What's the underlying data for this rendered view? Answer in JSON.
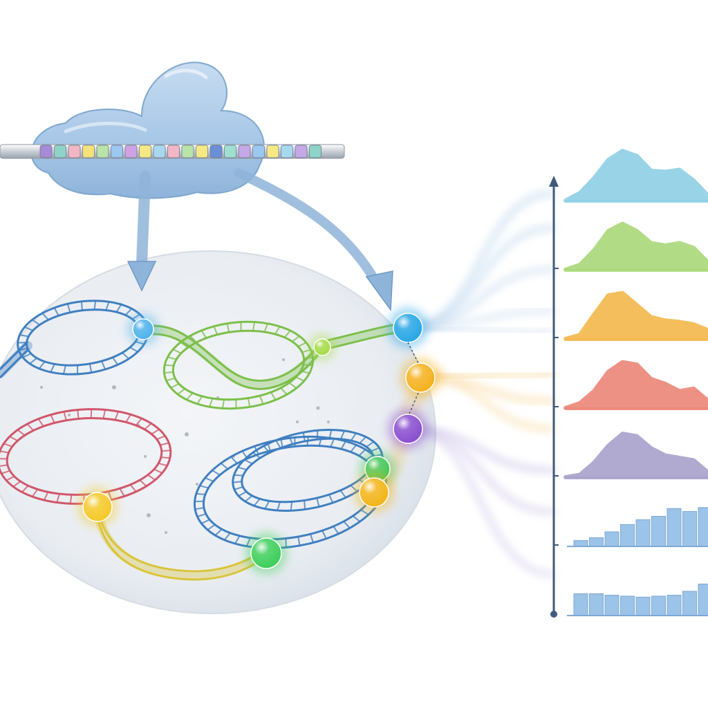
{
  "colors": {
    "background": "#ffffff",
    "cloud": "#a9c9e8",
    "cloud_edge": "#7fa7cf",
    "arrow": "#8fb4d9",
    "cell": "#e6ebf1",
    "axis": "#3f5a7a"
  },
  "bead_colors": [
    "#a78bd6",
    "#8fd3c8",
    "#f2b6c4",
    "#f6e27a",
    "#b9e3a8",
    "#9cc7f0",
    "#cfa2e6",
    "#f7e884",
    "#a8d8f0",
    "#f2b6c4",
    "#b9e3a8",
    "#f7e884",
    "#6b8fd6",
    "#9fe0d0",
    "#c5a8e6",
    "#9cc7f0",
    "#f7e884",
    "#a8d8f0",
    "#c5a8e6",
    "#8fd3c8"
  ],
  "chromatin_loops": [
    {
      "name": "blue-loop-upper-left",
      "color": "#3f7fc0"
    },
    {
      "name": "green-loop-upper",
      "color": "#7cbf4a"
    },
    {
      "name": "red-loop-left",
      "color": "#d0566a"
    },
    {
      "name": "blue-loop-lower-right",
      "color": "#3f7fc0"
    },
    {
      "name": "yellow-fiber-bottom",
      "color": "#d9c43a"
    }
  ],
  "nodes": [
    {
      "name": "node-blue-small",
      "color": "#4fb3ea"
    },
    {
      "name": "node-lime",
      "color": "#a6dc4a"
    },
    {
      "name": "node-cyan-large",
      "color": "#2aa7e6"
    },
    {
      "name": "node-orange",
      "color": "#f5b21f"
    },
    {
      "name": "node-purple",
      "color": "#8a4fd0"
    },
    {
      "name": "node-green-mid",
      "color": "#46c75a"
    },
    {
      "name": "node-gold",
      "color": "#f2b51a"
    },
    {
      "name": "node-yellow-left",
      "color": "#f5c92a"
    },
    {
      "name": "node-green-bottom",
      "color": "#3fcf5c"
    }
  ],
  "tracks": [
    {
      "name": "track-blue",
      "color": "#8fcfe6"
    },
    {
      "name": "track-green",
      "color": "#a9d878"
    },
    {
      "name": "track-orange",
      "color": "#f4b84c"
    },
    {
      "name": "track-red",
      "color": "#ec8678"
    },
    {
      "name": "track-purple",
      "color": "#a9a1cc"
    },
    {
      "name": "track-bars-1",
      "color": "#9cc3e8"
    },
    {
      "name": "track-bars-2",
      "color": "#9cc3e8"
    }
  ]
}
